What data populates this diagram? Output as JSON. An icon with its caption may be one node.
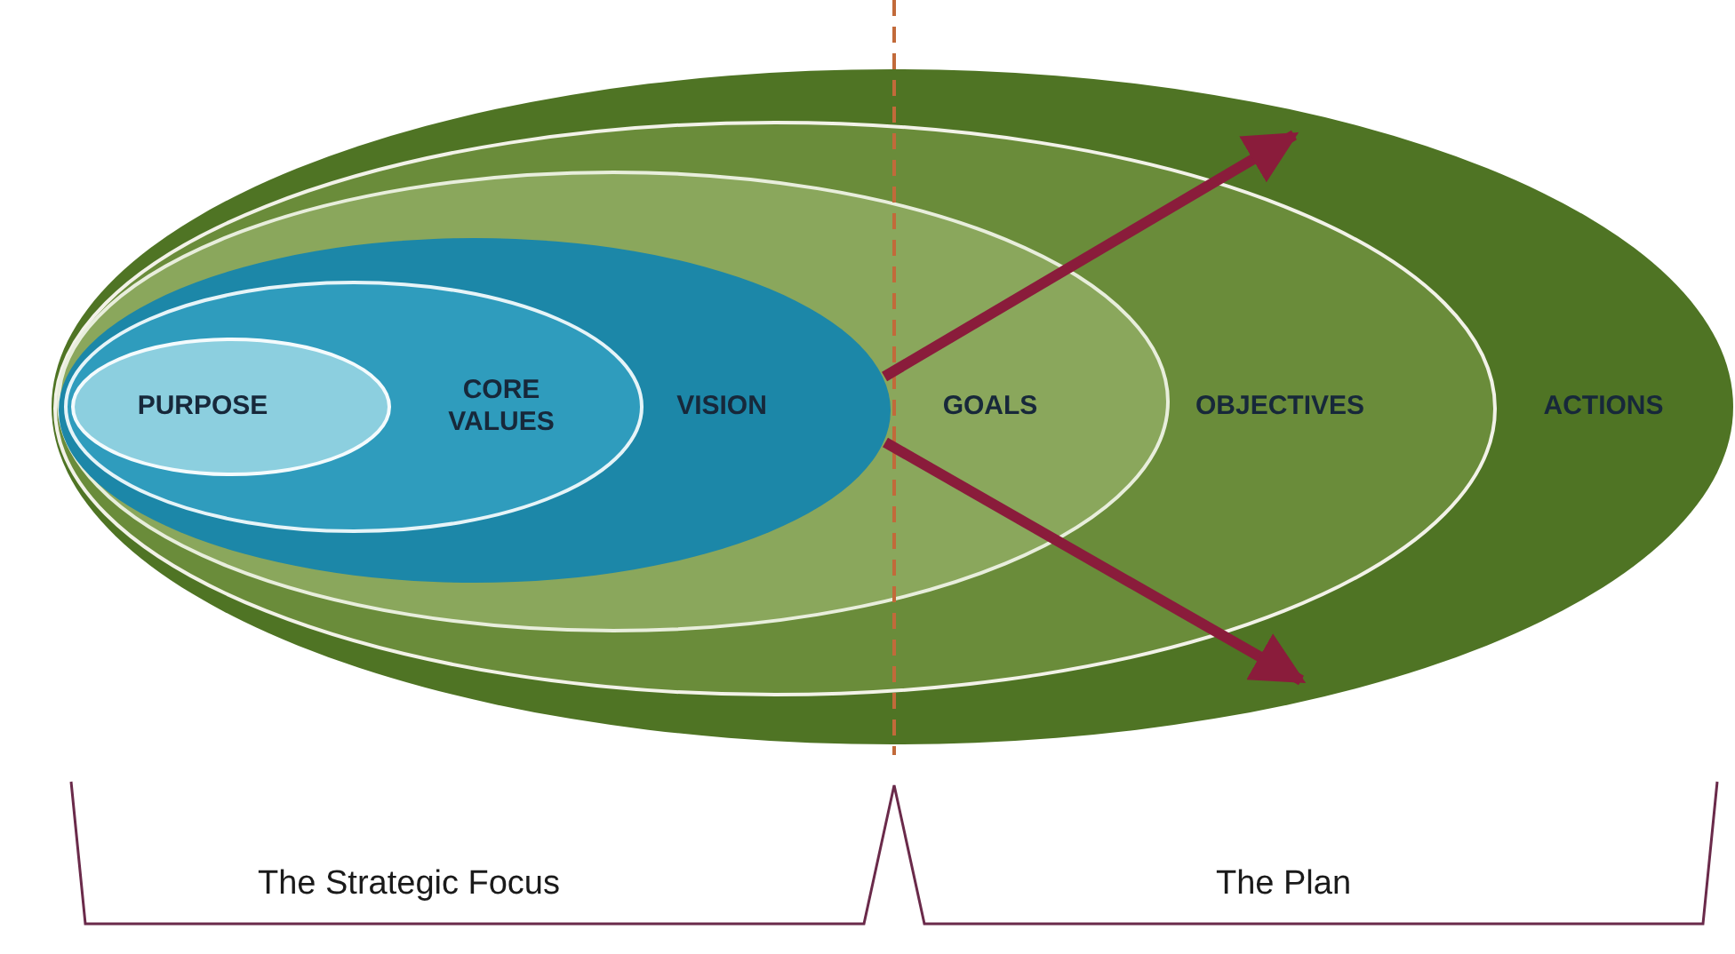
{
  "diagram": {
    "nodes": [
      {
        "text": [
          "ACTIONS"
        ]
      },
      {
        "text": [
          "OBJECTIVES"
        ],
        "in": 0
      },
      {
        "text": [
          "GOALS"
        ],
        "in": 1
      },
      {
        "text": [
          "VISION"
        ],
        "in": 2
      },
      {
        "text": [
          "CORE VALUES"
        ],
        "in": 3
      },
      {
        "text": [
          "PURPOSE"
        ],
        "in": 4
      }
    ],
    "edges": [
      {
        "from": 3,
        "to": null,
        "arrow": "to"
      },
      {
        "from": 3,
        "to": null,
        "arrow": "to"
      }
    ],
    "labels": [
      "The Strategic Focus",
      "The Plan"
    ]
  }
}
